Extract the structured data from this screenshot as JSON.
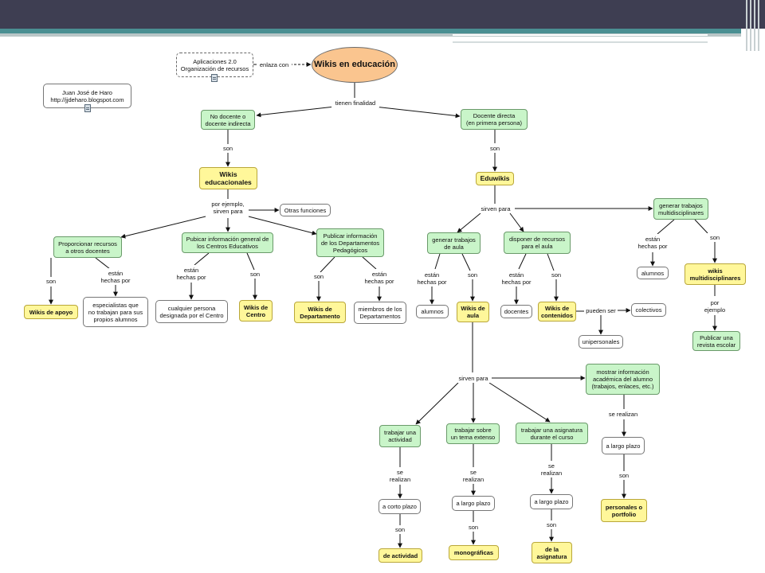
{
  "theme": {
    "header": "#3e3e52",
    "accent": "#4a8f92",
    "concept_green": "#c9f5c9",
    "concept_yellow": "#fff79a",
    "main_node": "#fac58f"
  },
  "nodes": {
    "aplicaciones": "Aplicaciones 2.0\nOrganización de recursos",
    "author": "Juan José de Haro\nhttp://jjdeharo.blogspot.com",
    "main": "Wikis en educación",
    "no_docente": "No docente o\ndocente indirecta",
    "docente_directa": "Docente directa\n(en primera persona)",
    "wikis_educacionales": "Wikis\neducacionales",
    "eduwikis": "Eduwikis",
    "otras_funciones": "Otras funciones",
    "proporcionar": "Proporcionar recursos\na otros docentes",
    "publicar_centros": "Pubicar información general de\nlos Centros Educativos",
    "publicar_departamentos": "Publicar información\nde los Departamentos\nPedagógicos",
    "generar_aula": "generar trabajos\nde aula",
    "disponer": "disponer de recursos\npara el aula",
    "generar_multi": "generar trabajos\nmultidisciplinares",
    "wikis_apoyo": "Wikis de apoyo",
    "especialistas": "especialistas que\nno trabajan para sus\npropios alumnos",
    "cualquier_persona": "cualquier persona\ndesignada por el Centro",
    "wikis_centro": "Wikis de\nCentro",
    "wikis_departamento": "Wikis de\nDepartamento",
    "miembros": "miembros de los\nDepartamentos",
    "alumnos_1": "alumnos",
    "wikis_aula": "Wikis de\naula",
    "docentes": "docentes",
    "wikis_contenidos": "Wikis de\ncontenidos",
    "colectivos": "colectivos",
    "unipersonales": "unipersonales",
    "alumnos_2": "alumnos",
    "wikis_multi": "wikis\nmultidisciplinares",
    "publicar_revista": "Publicar una\nrevista escolar",
    "mostrar_info": "mostrar información\nacadémica del alumno\n(trabajos, enlaces, etc.)",
    "trabajar_actividad": "trabajar una\nactividad",
    "trabajar_tema": "trabajar sobre\nun tema extenso",
    "trabajar_asignatura": "trabajar una asignatura\ndurante el curso",
    "largo_plazo_1": "a largo plazo",
    "corto_plazo": "a corto plazo",
    "largo_plazo_2": "a largo plazo",
    "largo_plazo_3": "a largo plazo",
    "personales": "personales o\nportfolio",
    "de_actividad": "de actividad",
    "monograficas": "monográficas",
    "de_asignatura": "de la\nasignatura"
  },
  "links": {
    "enlaza_con": "enlaza con",
    "tienen_finalidad": "tienen finalidad",
    "son_1": "son",
    "son_2": "son",
    "por_ejemplo": "por ejemplo,\nsirven para",
    "sirven_para_1": "sirven para",
    "son_3": "son",
    "estan_1": "están\nhechas por",
    "estan_2": "están\nhechas por",
    "son_4": "son",
    "son_5": "son",
    "estan_3": "están\nhechas por",
    "estan_4": "están\nhechas por",
    "son_6": "son",
    "estan_5": "están\nhechas por",
    "son_7": "son",
    "estan_6": "están\nhechas por",
    "son_8": "son",
    "pueden_ser": "pueden ser",
    "por_ejemplo_2": "por\nejemplo",
    "sirven_para_2": "sirven para",
    "se_realizan_1": "se realizan",
    "se_realizan_2": "se\nrealizan",
    "se_realizan_3": "se\nrealizan",
    "se_realizan_4": "se\nrealizan",
    "son_9": "son",
    "son_10": "son",
    "son_11": "son",
    "son_12": "son"
  }
}
